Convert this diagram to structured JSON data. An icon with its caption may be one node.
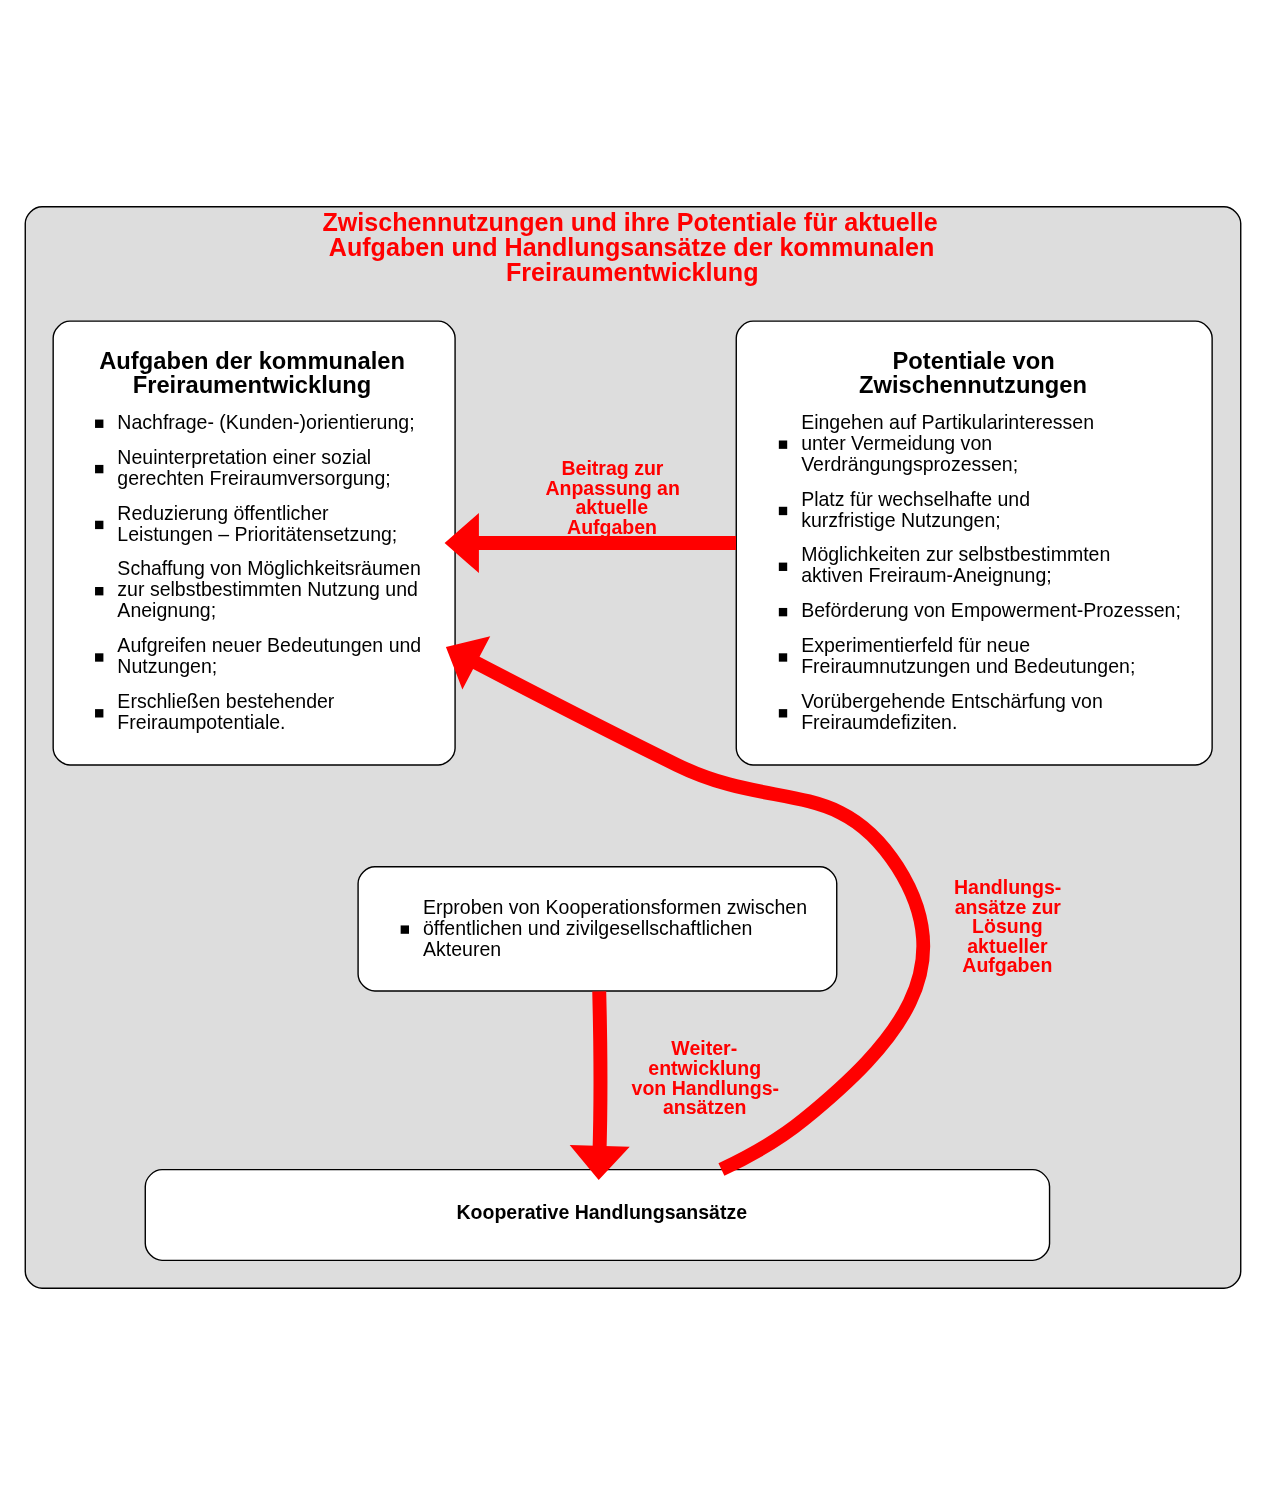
{
  "diagram": {
    "nodes": [
      {
        "text": [
          "Zwischennutzungen und ihre Potentiale für aktuelle Aufgaben und Handlungsansätze der kommunalen Freiraumentwicklung"
        ]
      },
      {
        "text": [
          "Aufgaben der kommunalen Freiraumentwicklung",
          "Nachfrage- (Kunden-)orientierung;",
          "Neuinterpretation einer sozial gerechten Freiraumversorgung;",
          "Reduzierung öffentlicher Leistungen – Prioritätensetzung;",
          "Schaffung von Möglichkeitsräumen zur selbstbestimmten Nutzung und Aneignung;",
          "Aufgreifen neuer Bedeutungen und Nutzungen;",
          "Erschließen bestehender Freiraumpotentiale."
        ],
        "in": 0
      },
      {
        "text": [
          "Potentiale von Zwischennutzungen",
          "Eingehen auf Partikularinteressen unter Vermeidung von Verdrängungsprozessen;",
          "Platz für wechselhafte und kurzfristige Nutzungen;",
          "Möglichkeiten zur selbstbestimmten aktiven Freiraum-Aneignung;",
          "Beförderung von Empowerment-Prozessen;",
          "Experimentierfeld für neue Freiraumnutzungen und Bedeutungen;",
          "Vorübergehende Entschärfung von Freiraumdefiziten."
        ],
        "in": 0
      },
      {
        "text": [
          "Erproben von Kooperationsformen zwischen öffentlichen und zivilgesellschaftlichen Akteuren"
        ],
        "in": 0
      },
      {
        "text": [
          "Kooperative Handlungsansätze"
        ],
        "in": 0
      }
    ],
    "edges": [
      {
        "from": 2,
        "to": 1,
        "arrow": "to",
        "label": "Beitrag zur Anpassung an aktuelle Aufgaben"
      },
      {
        "from": 4,
        "to": 1,
        "arrow": "to",
        "label": "Handlungs- ansätze zur Lösung aktueller Aufgaben"
      },
      {
        "from": 3,
        "to": 4,
        "arrow": "to",
        "label": "Weiter- entwicklung von Handlungs- ansätzen"
      }
    ]
  }
}
